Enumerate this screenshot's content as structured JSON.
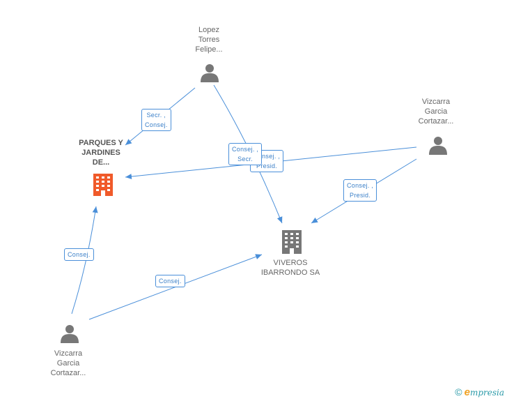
{
  "nodes": {
    "lopez": {
      "label": "Lopez\nTorres\nFelipe..."
    },
    "vizcarra_right": {
      "label": "Vizcarra\nGarcia\nCortazar..."
    },
    "vizcarra_bottom": {
      "label": "Vizcarra\nGarcia\nCortazar..."
    },
    "parques": {
      "label": "PARQUES Y\nJARDINES\nDE..."
    },
    "viveros": {
      "label": "VIVEROS\nIBARRONDO SA"
    }
  },
  "edges": {
    "lopez_parques": "Secr. ,\nConsej.",
    "lopez_viveros": "Consej. ,\nSecr.",
    "vright_parques": "Consej. ,\nPresid.",
    "vright_viveros": "Consej. ,\nPresid.",
    "vbottom_parques": "Consej.",
    "vbottom_viveros": "Consej."
  },
  "colors": {
    "edge": "#4a8fd9",
    "person": "#777777",
    "company_main": "#f05a2a",
    "company": "#777777"
  },
  "footer": {
    "copyright": "©",
    "brand_e": "e",
    "brand_rest": "mpresia"
  }
}
